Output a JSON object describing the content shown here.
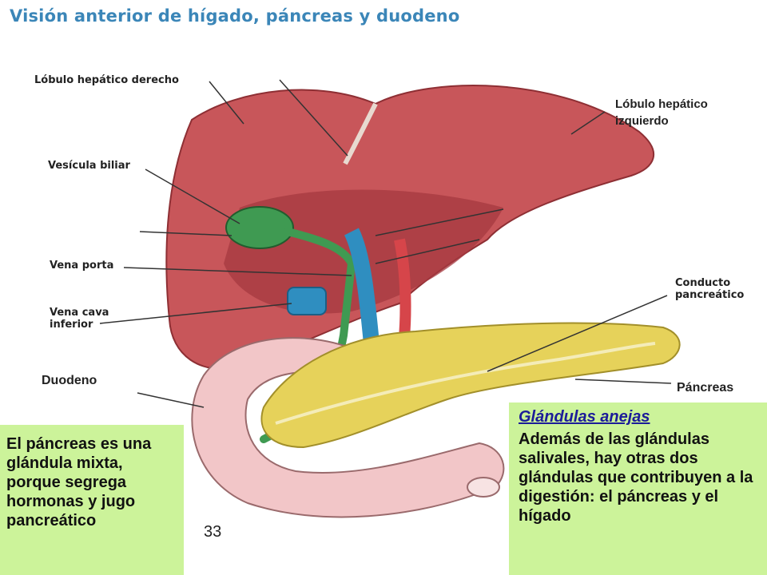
{
  "title": "Visión anterior de hígado, páncreas y duodeno",
  "labels": {
    "lobulo_derecho": "Lóbulo hepático derecho",
    "lobulo_izquierdo_1": "Lóbulo hepático",
    "lobulo_izquierdo_2": "izquierdo",
    "vesicula": "Vesícula biliar",
    "vena_porta": "Vena porta",
    "vena_cava_1": "Vena cava",
    "vena_cava_2": "inferior",
    "conducto_1": "Conducto",
    "conducto_2": "pancreático",
    "duodeno": "Duodeno",
    "pancreas": "Páncreas"
  },
  "left_box": {
    "text": "El páncreas es una glándula mixta, porque segrega hormonas y jugo pancreático"
  },
  "right_box": {
    "heading": "Glándulas anejas",
    "text": "Además de las glándulas salivales, hay otras dos glándulas que contribuyen a la digestión: el páncreas y el hígado"
  },
  "page_number": "33",
  "colors": {
    "liver": "#c8565a",
    "liver_dark": "#a53a40",
    "gallbladder": "#3f9a52",
    "portal_vein": "#2f8ec0",
    "pancreas": "#e6d25a",
    "duodenum": "#f2c6c8",
    "artery": "#d6454a",
    "box_fill": "#ccf39a",
    "title": "#3b86b8"
  }
}
